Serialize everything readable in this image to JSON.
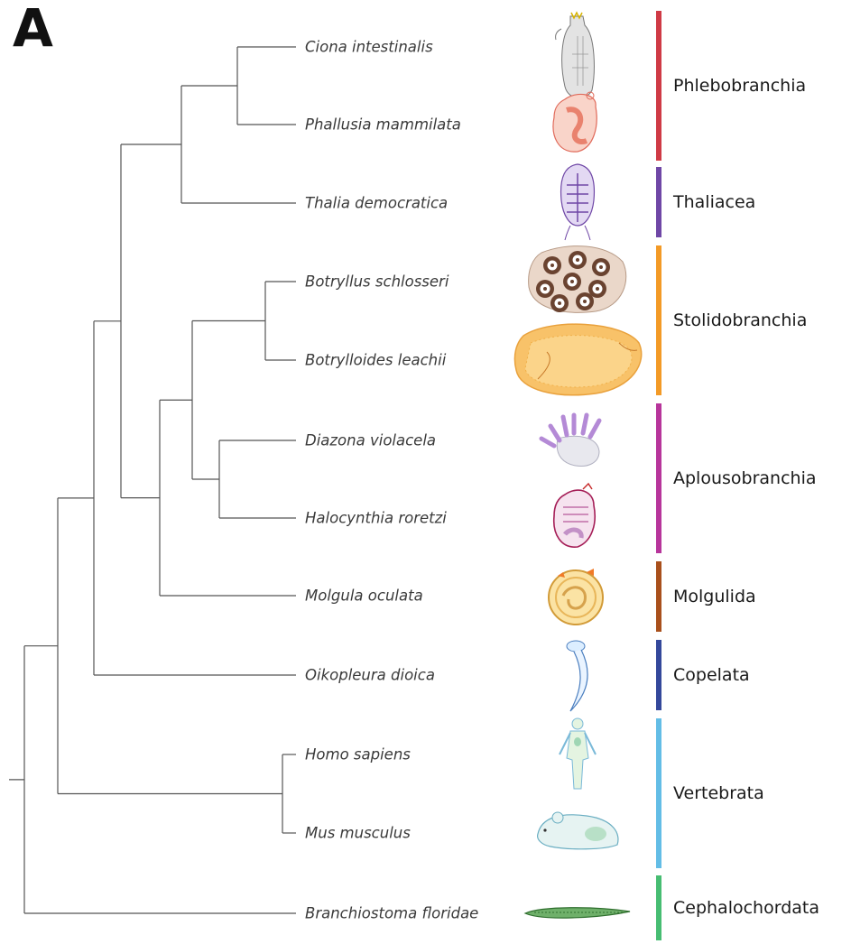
{
  "panel_label": "A",
  "species": [
    {
      "id": "ciona",
      "name": "Ciona intestinalis",
      "icon": "sea-squirt-icon"
    },
    {
      "id": "phallusia",
      "name": "Phallusia mammilata",
      "icon": "sea-squirt-icon"
    },
    {
      "id": "thalia",
      "name": "Thalia democratica",
      "icon": "salp-icon"
    },
    {
      "id": "botryllus",
      "name": "Botryllus schlosseri",
      "icon": "colonial-ascidian-icon"
    },
    {
      "id": "botrylloides",
      "name": "Botrylloides leachii",
      "icon": "colonial-ascidian-icon"
    },
    {
      "id": "diazona",
      "name": "Diazona violacela",
      "icon": "ascidian-colony-icon"
    },
    {
      "id": "halocynthia",
      "name": "Halocynthia roretzi",
      "icon": "sea-squirt-icon"
    },
    {
      "id": "molgula",
      "name": "Molgula oculata",
      "icon": "sea-squirt-icon"
    },
    {
      "id": "oikopleura",
      "name": "Oikopleura dioica",
      "icon": "larvacean-icon"
    },
    {
      "id": "homo",
      "name": "Homo sapiens",
      "icon": "human-icon"
    },
    {
      "id": "mus",
      "name": "Mus musculus",
      "icon": "mouse-icon"
    },
    {
      "id": "branchiostoma",
      "name": "Branchiostoma floridae",
      "icon": "lancelet-icon"
    }
  ],
  "clades": [
    {
      "name": "Phlebobranchia",
      "color": "#cf3a45"
    },
    {
      "name": "Thaliacea",
      "color": "#6f47a6"
    },
    {
      "name": "Stolidobranchia",
      "color": "#f39a26"
    },
    {
      "name": "Aplousobranchia",
      "color": "#b7359b"
    },
    {
      "name": "Molgulida",
      "color": "#a9501c"
    },
    {
      "name": "Copelata",
      "color": "#34489b"
    },
    {
      "name": "Vertebrata",
      "color": "#63bde6"
    },
    {
      "name": "Cephalochordata",
      "color": "#47bd72"
    }
  ]
}
